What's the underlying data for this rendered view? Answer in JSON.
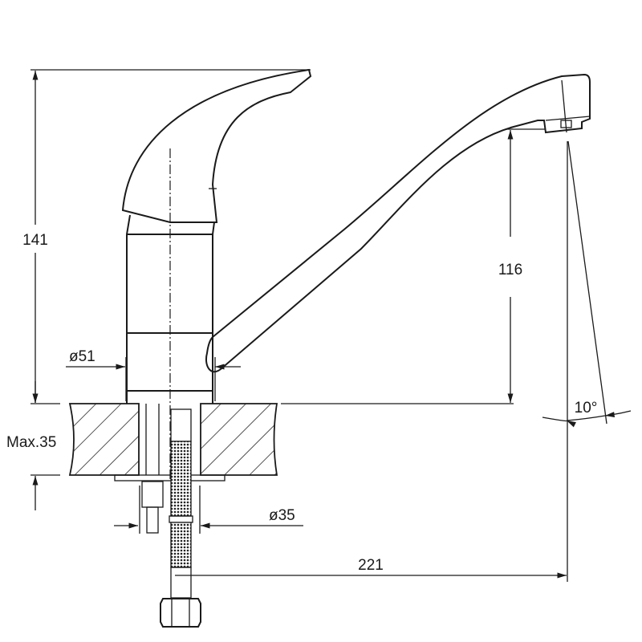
{
  "drawing": {
    "title": "Single-lever basin mixer dimension drawing",
    "dimensions": {
      "height_total": "141",
      "spout_height": "116",
      "body_diameter": "ø51",
      "max_counter_thickness": "Max.35",
      "hole_diameter": "ø35",
      "spout_reach": "221",
      "spout_angle": "10°"
    }
  }
}
